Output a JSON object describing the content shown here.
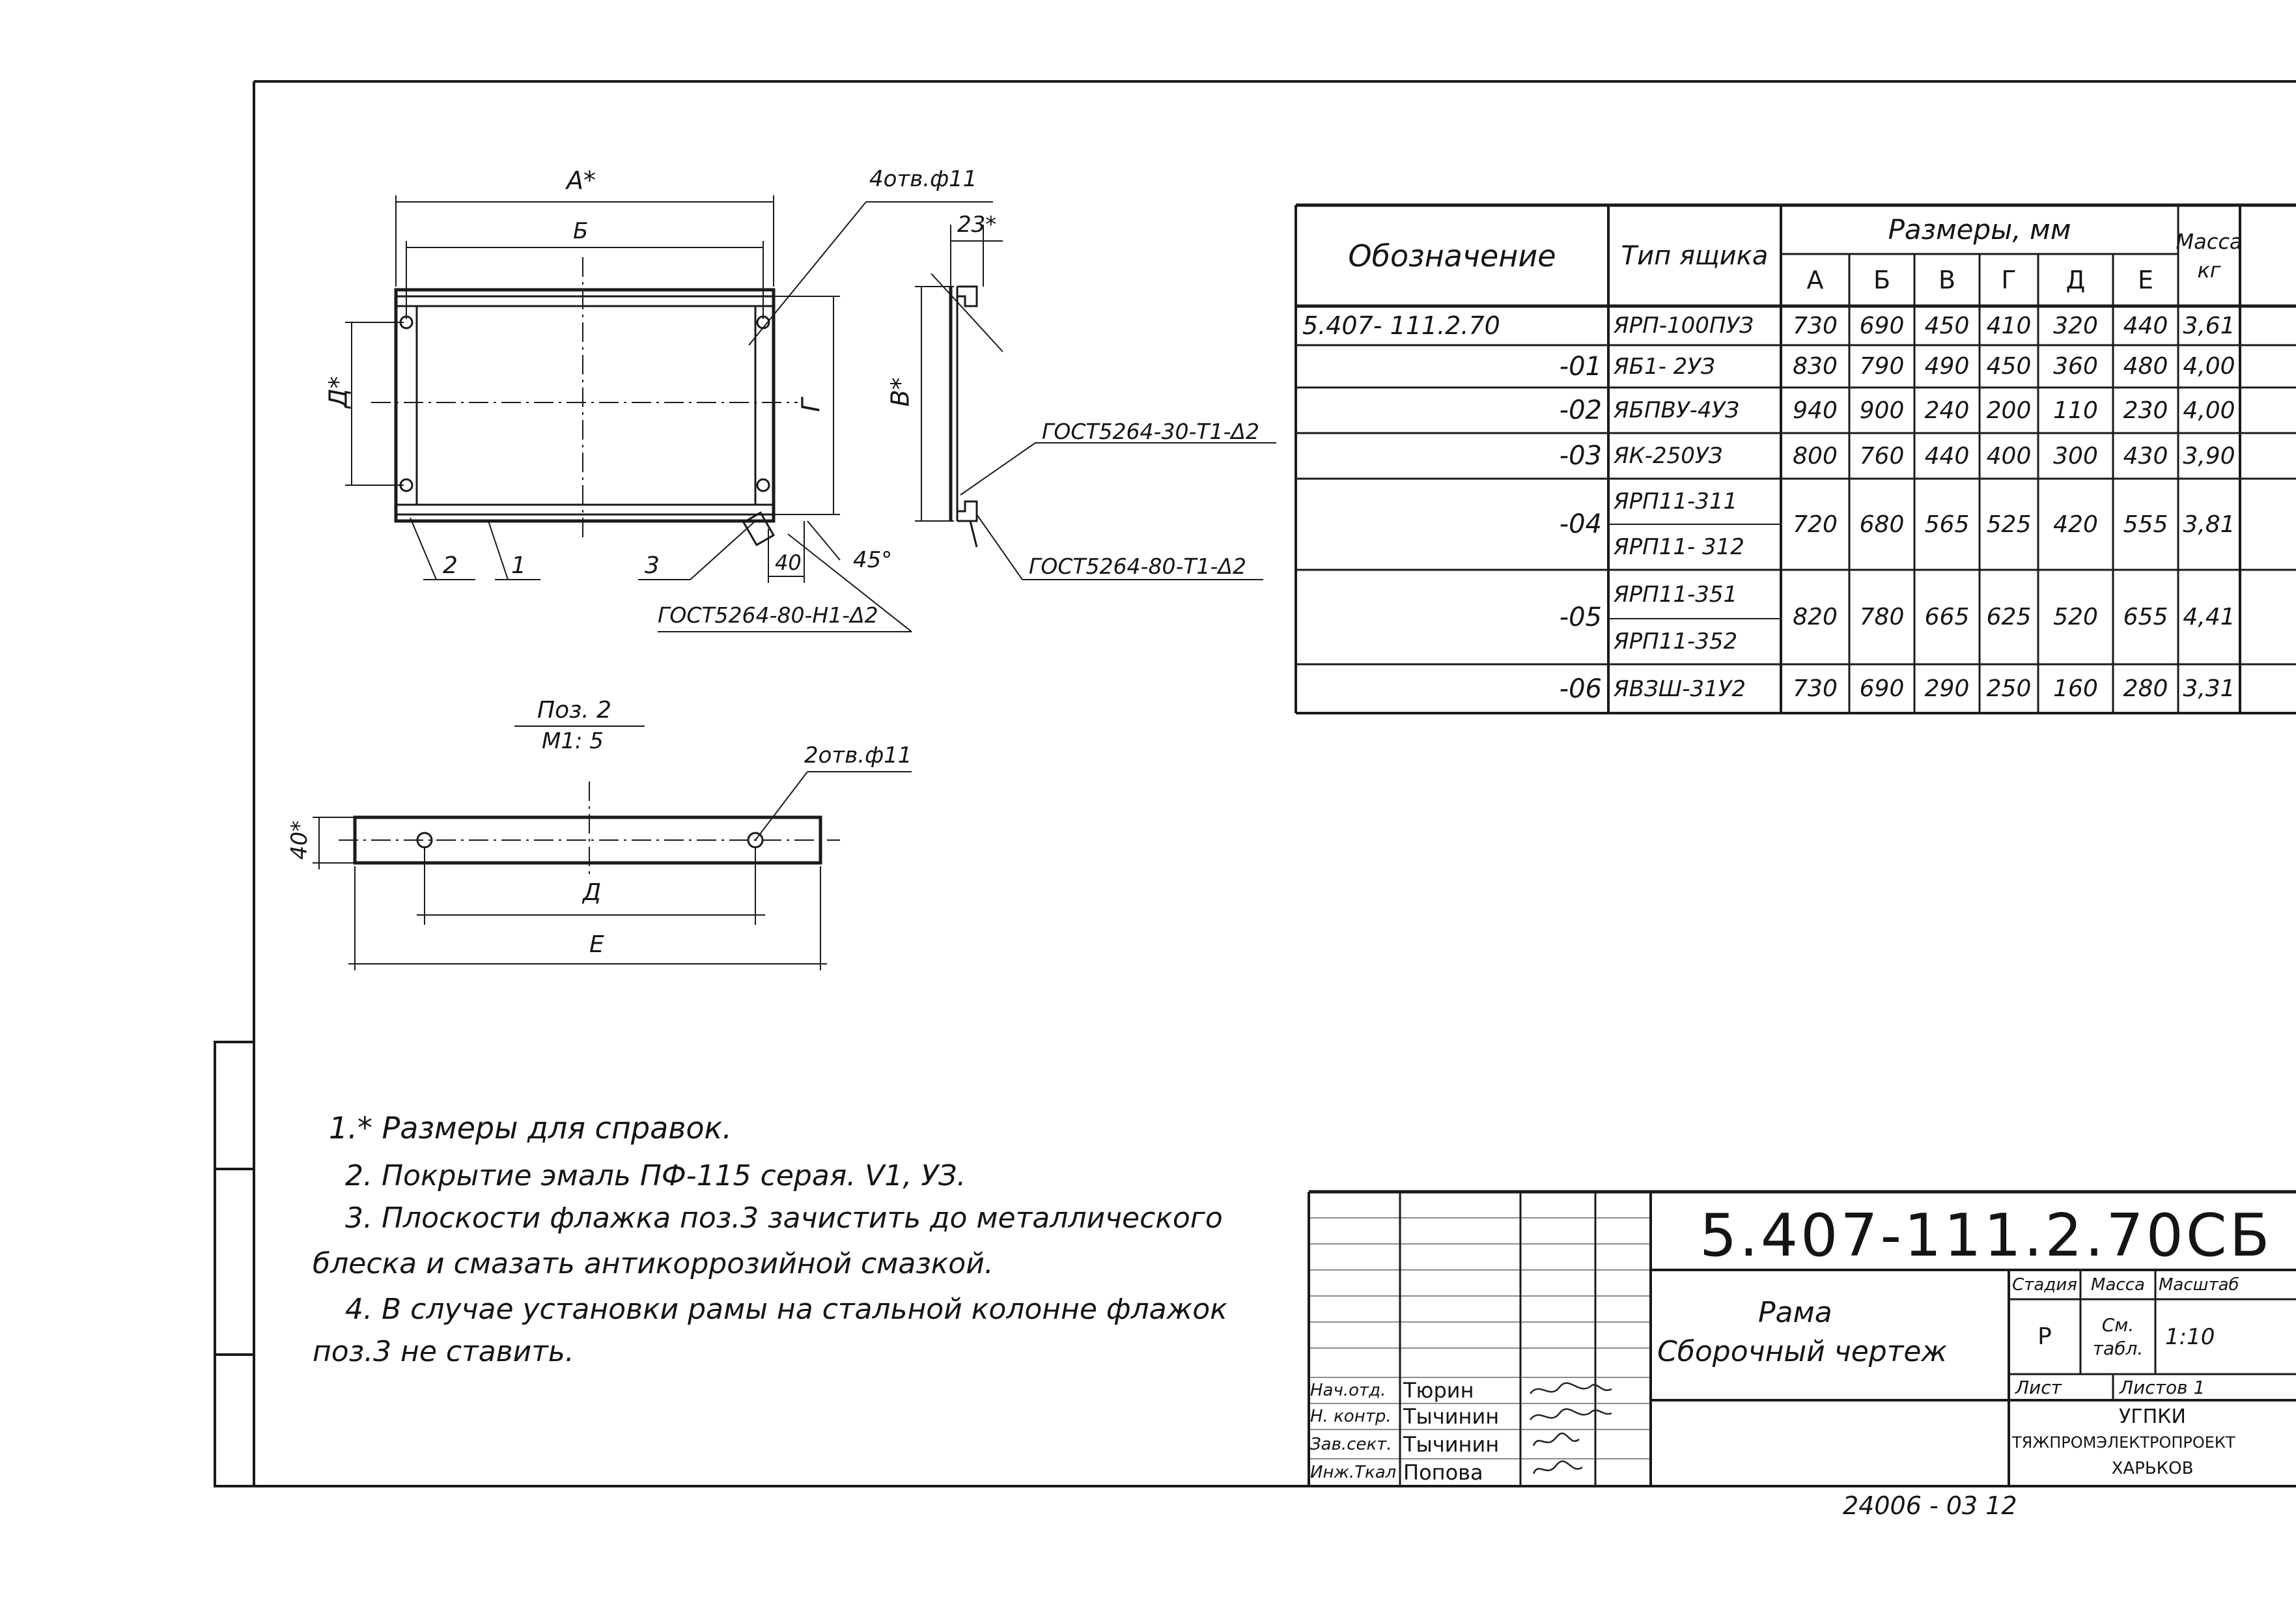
{
  "drawing": {
    "dims": {
      "A": "A*",
      "B": "Б",
      "G": "Г",
      "D": "Д*",
      "V": "В*",
      "t23": "23*",
      "holes4": "4отв.ф11",
      "angle": "45°",
      "d40": "40",
      "weld1": "ГОСТ5264-30-Т1-Δ2",
      "weld2": "ГОСТ5264-80-Т1-Δ2",
      "weld3": "ГОСТ5264-80-Н1-Δ2",
      "pos1": "1",
      "pos2": "2",
      "pos3": "3"
    },
    "detail": {
      "title": "Поз. 2",
      "scale": "М1: 5",
      "holes2": "2отв.ф11",
      "h40": "40*",
      "dimD": "Д",
      "dimE": "Е"
    }
  },
  "table": {
    "h_designation": "Обозначение",
    "h_type": "Тип ящика",
    "h_dims": "Размеры, мм",
    "h_mass": "Масса кг",
    "cols": [
      "А",
      "Б",
      "В",
      "Г",
      "Д",
      "Е"
    ],
    "rows": [
      {
        "des": "5.407- 111.2.70",
        "types": [
          "ЯРП-100ПУЗ"
        ],
        "v": [
          "730",
          "690",
          "450",
          "410",
          "320",
          "440"
        ],
        "m": "3,61"
      },
      {
        "des": "-01",
        "types": [
          "ЯБ1- 2УЗ"
        ],
        "v": [
          "830",
          "790",
          "490",
          "450",
          "360",
          "480"
        ],
        "m": "4,00"
      },
      {
        "des": "-02",
        "types": [
          "ЯБПВУ-4УЗ"
        ],
        "v": [
          "940",
          "900",
          "240",
          "200",
          "110",
          "230"
        ],
        "m": "4,00"
      },
      {
        "des": "-03",
        "types": [
          "ЯК-250УЗ"
        ],
        "v": [
          "800",
          "760",
          "440",
          "400",
          "300",
          "430"
        ],
        "m": "3,90"
      },
      {
        "des": "-04",
        "types": [
          "ЯРП11-311",
          "ЯРП11- 312"
        ],
        "v": [
          "720",
          "680",
          "565",
          "525",
          "420",
          "555"
        ],
        "m": "3,81"
      },
      {
        "des": "-05",
        "types": [
          "ЯРП11-351",
          "ЯРП11-352"
        ],
        "v": [
          "820",
          "780",
          "665",
          "625",
          "520",
          "655"
        ],
        "m": "4,41"
      },
      {
        "des": "-06",
        "types": [
          "ЯВЗШ-31У2"
        ],
        "v": [
          "730",
          "690",
          "290",
          "250",
          "160",
          "280"
        ],
        "m": "3,31"
      }
    ]
  },
  "notes": [
    "1.* Размеры для справок.",
    "2. Покрытие эмаль ПФ-115 серая. V1, УЗ.",
    "3. Плоскости флажка поз.3 зачистить до металлического",
    "блеска и смазать антикоррозийной смазкой.",
    "4. В случае установки рамы на стальной колонне флажок",
    "поз.3 не ставить."
  ],
  "titleblock": {
    "code": "5.407-111.2.70СБ",
    "name1": "Рама",
    "name2": "Сборочный чертеж",
    "stage_label": "Стадия",
    "mass_label": "Масса",
    "scale_label": "Масштаб",
    "stage": "Р",
    "mass": "См. табл.",
    "scale": "1:10",
    "sheet_label": "Лист",
    "sheets_label": "Листов 1",
    "org1": "УГПКИ",
    "org2": "ТЯЖПРОМЭЛЕКТРОПРОЕКТ",
    "org3": "ХАРЬКОВ",
    "people": [
      {
        "role": "Нач.отд.",
        "name": "Тюрин"
      },
      {
        "role": "Н. контр.",
        "name": "Тычинин"
      },
      {
        "role": "Зав.сект.",
        "name": "Тычинин"
      },
      {
        "role": "Инж.Ткал",
        "name": "Попова"
      }
    ]
  },
  "stamp_number": "24006 - 03   12"
}
